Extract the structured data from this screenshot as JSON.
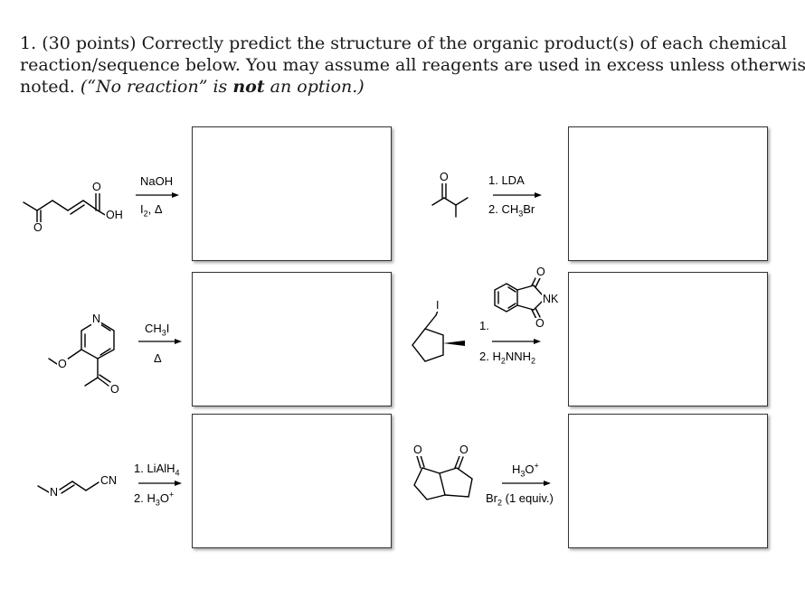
{
  "question": {
    "number": "1.",
    "points": "(30 points)",
    "line1_rest": "Correctly predict the structure of the organic product(s) of each chemical",
    "line2": "reaction/sequence below. You may assume all reagents are used in excess unless otherwise",
    "line3_start": "noted.",
    "note_open": "(“No reaction” is",
    "note_bold": "not",
    "note_close": "an option.)"
  },
  "reactions": {
    "r1": {
      "reagent_above": "NaOH",
      "reagent_below_main": "I",
      "reagent_below_sub": "2",
      "reagent_below_rest": ", Δ",
      "atom_oh": "OH",
      "atom_o1": "O",
      "atom_o2": "O"
    },
    "r2": {
      "reagent_line1": "1. LDA",
      "reagent_line2_main": "2. CH",
      "reagent_line2_sub": "3",
      "reagent_line2_rest": "Br",
      "atom_o": "O"
    },
    "r3": {
      "reagent_above_main": "CH",
      "reagent_above_sub": "3",
      "reagent_above_rest": "I",
      "reagent_below": "Δ",
      "atom_n": "N",
      "atom_o_ether": "O",
      "atom_o_ketone": "O"
    },
    "r4": {
      "reagent_line1": "1.",
      "reagent_line2_main": "2. H",
      "reagent_line2_sub1": "2",
      "reagent_line2_mid": "NNH",
      "reagent_line2_sub2": "2",
      "atom_i": "I",
      "atom_nk": "NK",
      "atom_o_top": "O",
      "atom_o_bottom": "O"
    },
    "r5": {
      "reagent_line1_main": "1. LiAlH",
      "reagent_line1_sub": "4",
      "reagent_line2_main": "2. H",
      "reagent_line2_sub": "3",
      "reagent_line2_rest": "O",
      "reagent_line2_sup": "+",
      "atom_n": "N",
      "atom_cn": "CN"
    },
    "r6": {
      "reagent_above_main": "H",
      "reagent_above_sub": "3",
      "reagent_above_rest": "O",
      "reagent_above_sup": "+",
      "reagent_below_main": "Br",
      "reagent_below_sub": "2",
      "reagent_below_rest": " (1 equiv.)",
      "atom_o_left": "O",
      "atom_o_right": "O"
    }
  }
}
